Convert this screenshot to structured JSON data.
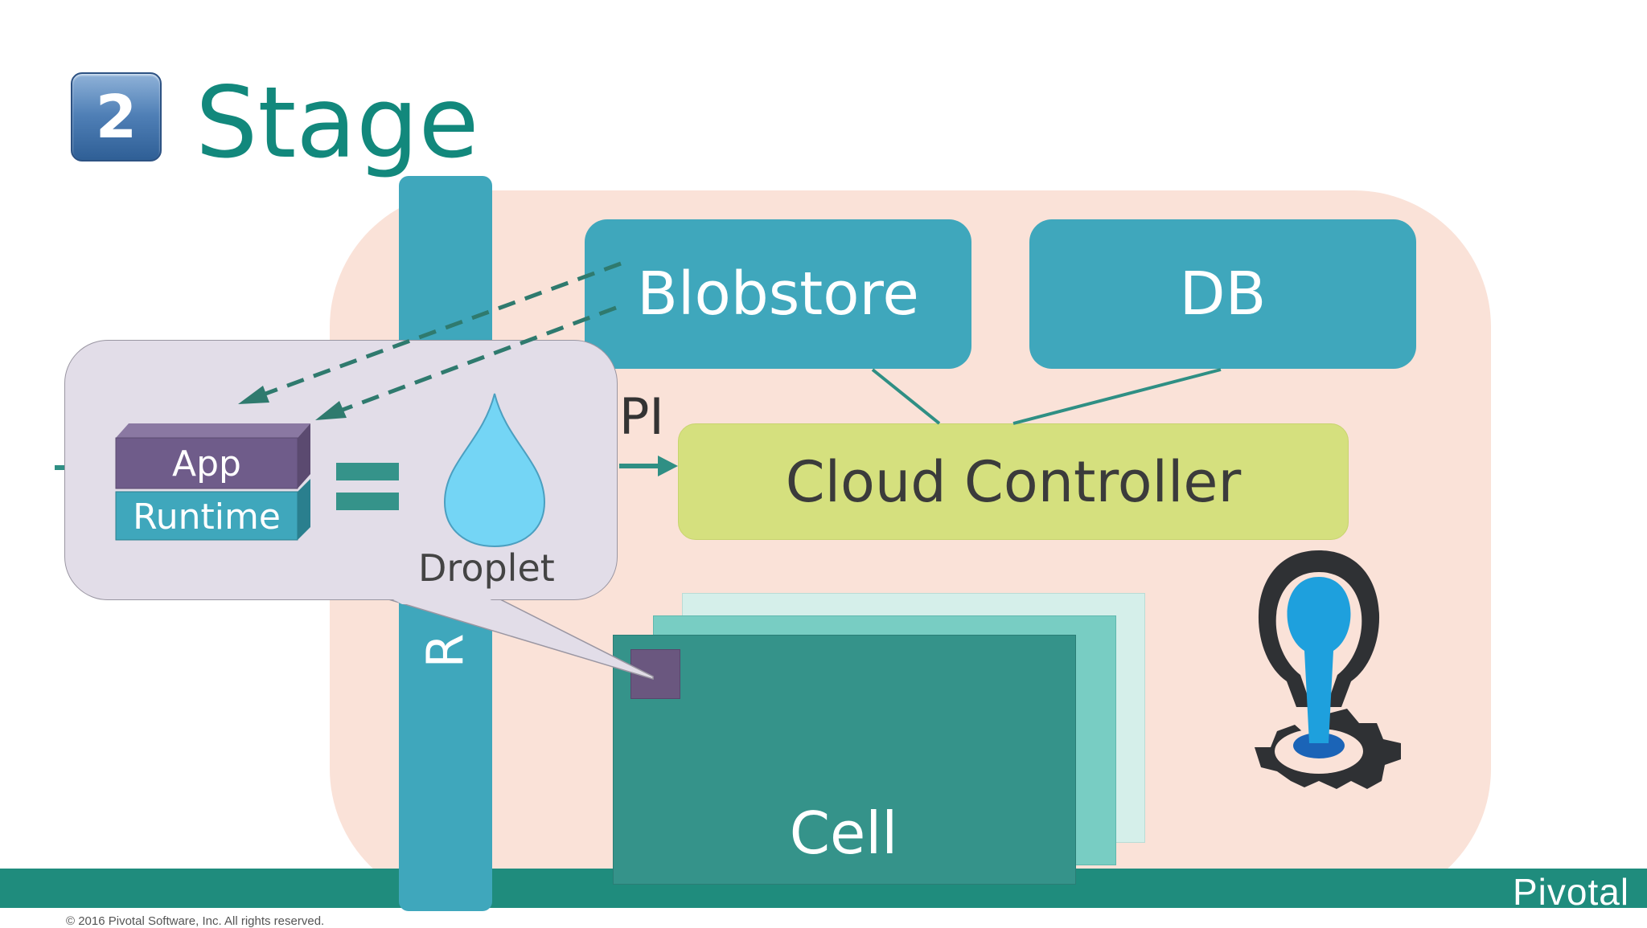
{
  "header": {
    "step_number": "2",
    "title": "Stage"
  },
  "diagram": {
    "router_label": "R",
    "blobstore_label": "Blobstore",
    "db_label": "DB",
    "api_partial_label": "PI",
    "cloud_controller_label": "Cloud Controller",
    "cell_label": "Cell",
    "callout": {
      "app_label": "App",
      "runtime_label": "Runtime",
      "droplet_label": "Droplet"
    },
    "icons": [
      "step-number-icon",
      "droplet-icon",
      "equals-icon",
      "cloud-foundry-gear-icon",
      "dashed-arrow-icon"
    ],
    "colors": {
      "teal_box": "#3fa7bc",
      "panel": "#fae2d8",
      "cloud_controller": "#d5e07e",
      "cell_front": "#35938a",
      "app_block": "#6f5c8a",
      "title": "#12887c"
    }
  },
  "footer": {
    "copyright": "© 2016 Pivotal Software, Inc. All rights reserved.",
    "brand": "Pivotal"
  }
}
